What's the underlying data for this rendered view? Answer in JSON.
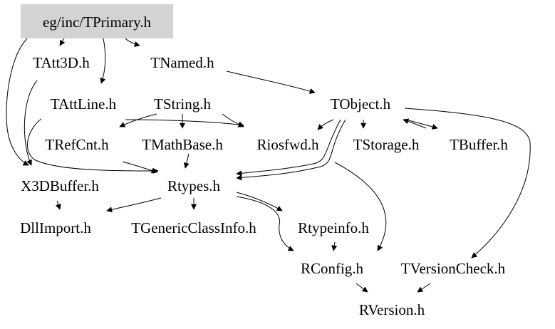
{
  "colors": {
    "root_fill": "#d3d3d3",
    "edge": "#000000",
    "text": "#000000",
    "background": "#ffffff"
  },
  "nodes": {
    "tprimary": "eg/inc/TPrimary.h",
    "tatt3d": "TAtt3D.h",
    "tnamed": "TNamed.h",
    "tattline": "TAttLine.h",
    "tstring": "TString.h",
    "tobject": "TObject.h",
    "trefcnt": "TRefCnt.h",
    "tmathbase": "TMathBase.h",
    "riosfwd": "Riosfwd.h",
    "tstorage": "TStorage.h",
    "tbuffer": "TBuffer.h",
    "x3dbuffer": "X3DBuffer.h",
    "rtypes": "Rtypes.h",
    "dllimport": "DllImport.h",
    "tgenericclassinfo": "TGenericClassInfo.h",
    "rtypeinfo": "Rtypeinfo.h",
    "rconfig": "RConfig.h",
    "tversioncheck": "TVersionCheck.h",
    "rversion": "RVersion.h"
  }
}
